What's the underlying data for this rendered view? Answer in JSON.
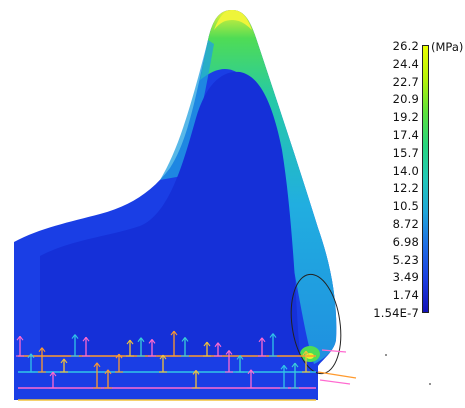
{
  "legend": {
    "unit": "(MPa)",
    "ticks": [
      "26.2",
      "24.4",
      "22.7",
      "20.9",
      "19.2",
      "17.4",
      "15.7",
      "14.0",
      "12.2",
      "10.5",
      "8.72",
      "6.98",
      "5.23",
      "3.49",
      "1.74",
      "1.54E-7"
    ],
    "max_value": 26.2,
    "min_value": 1.54e-07,
    "gradient_colors": [
      "#eaff00",
      "#b5f20a",
      "#5de23c",
      "#27d57f",
      "#21c8b8",
      "#20a6d9",
      "#1f6ee5",
      "#1c3fe0",
      "#1412b8"
    ]
  },
  "model": {
    "description_colors": {
      "body": "#1835e6",
      "mid": "#22a8e6",
      "high": "#3de06a",
      "peak": "#e8f52a"
    }
  }
}
